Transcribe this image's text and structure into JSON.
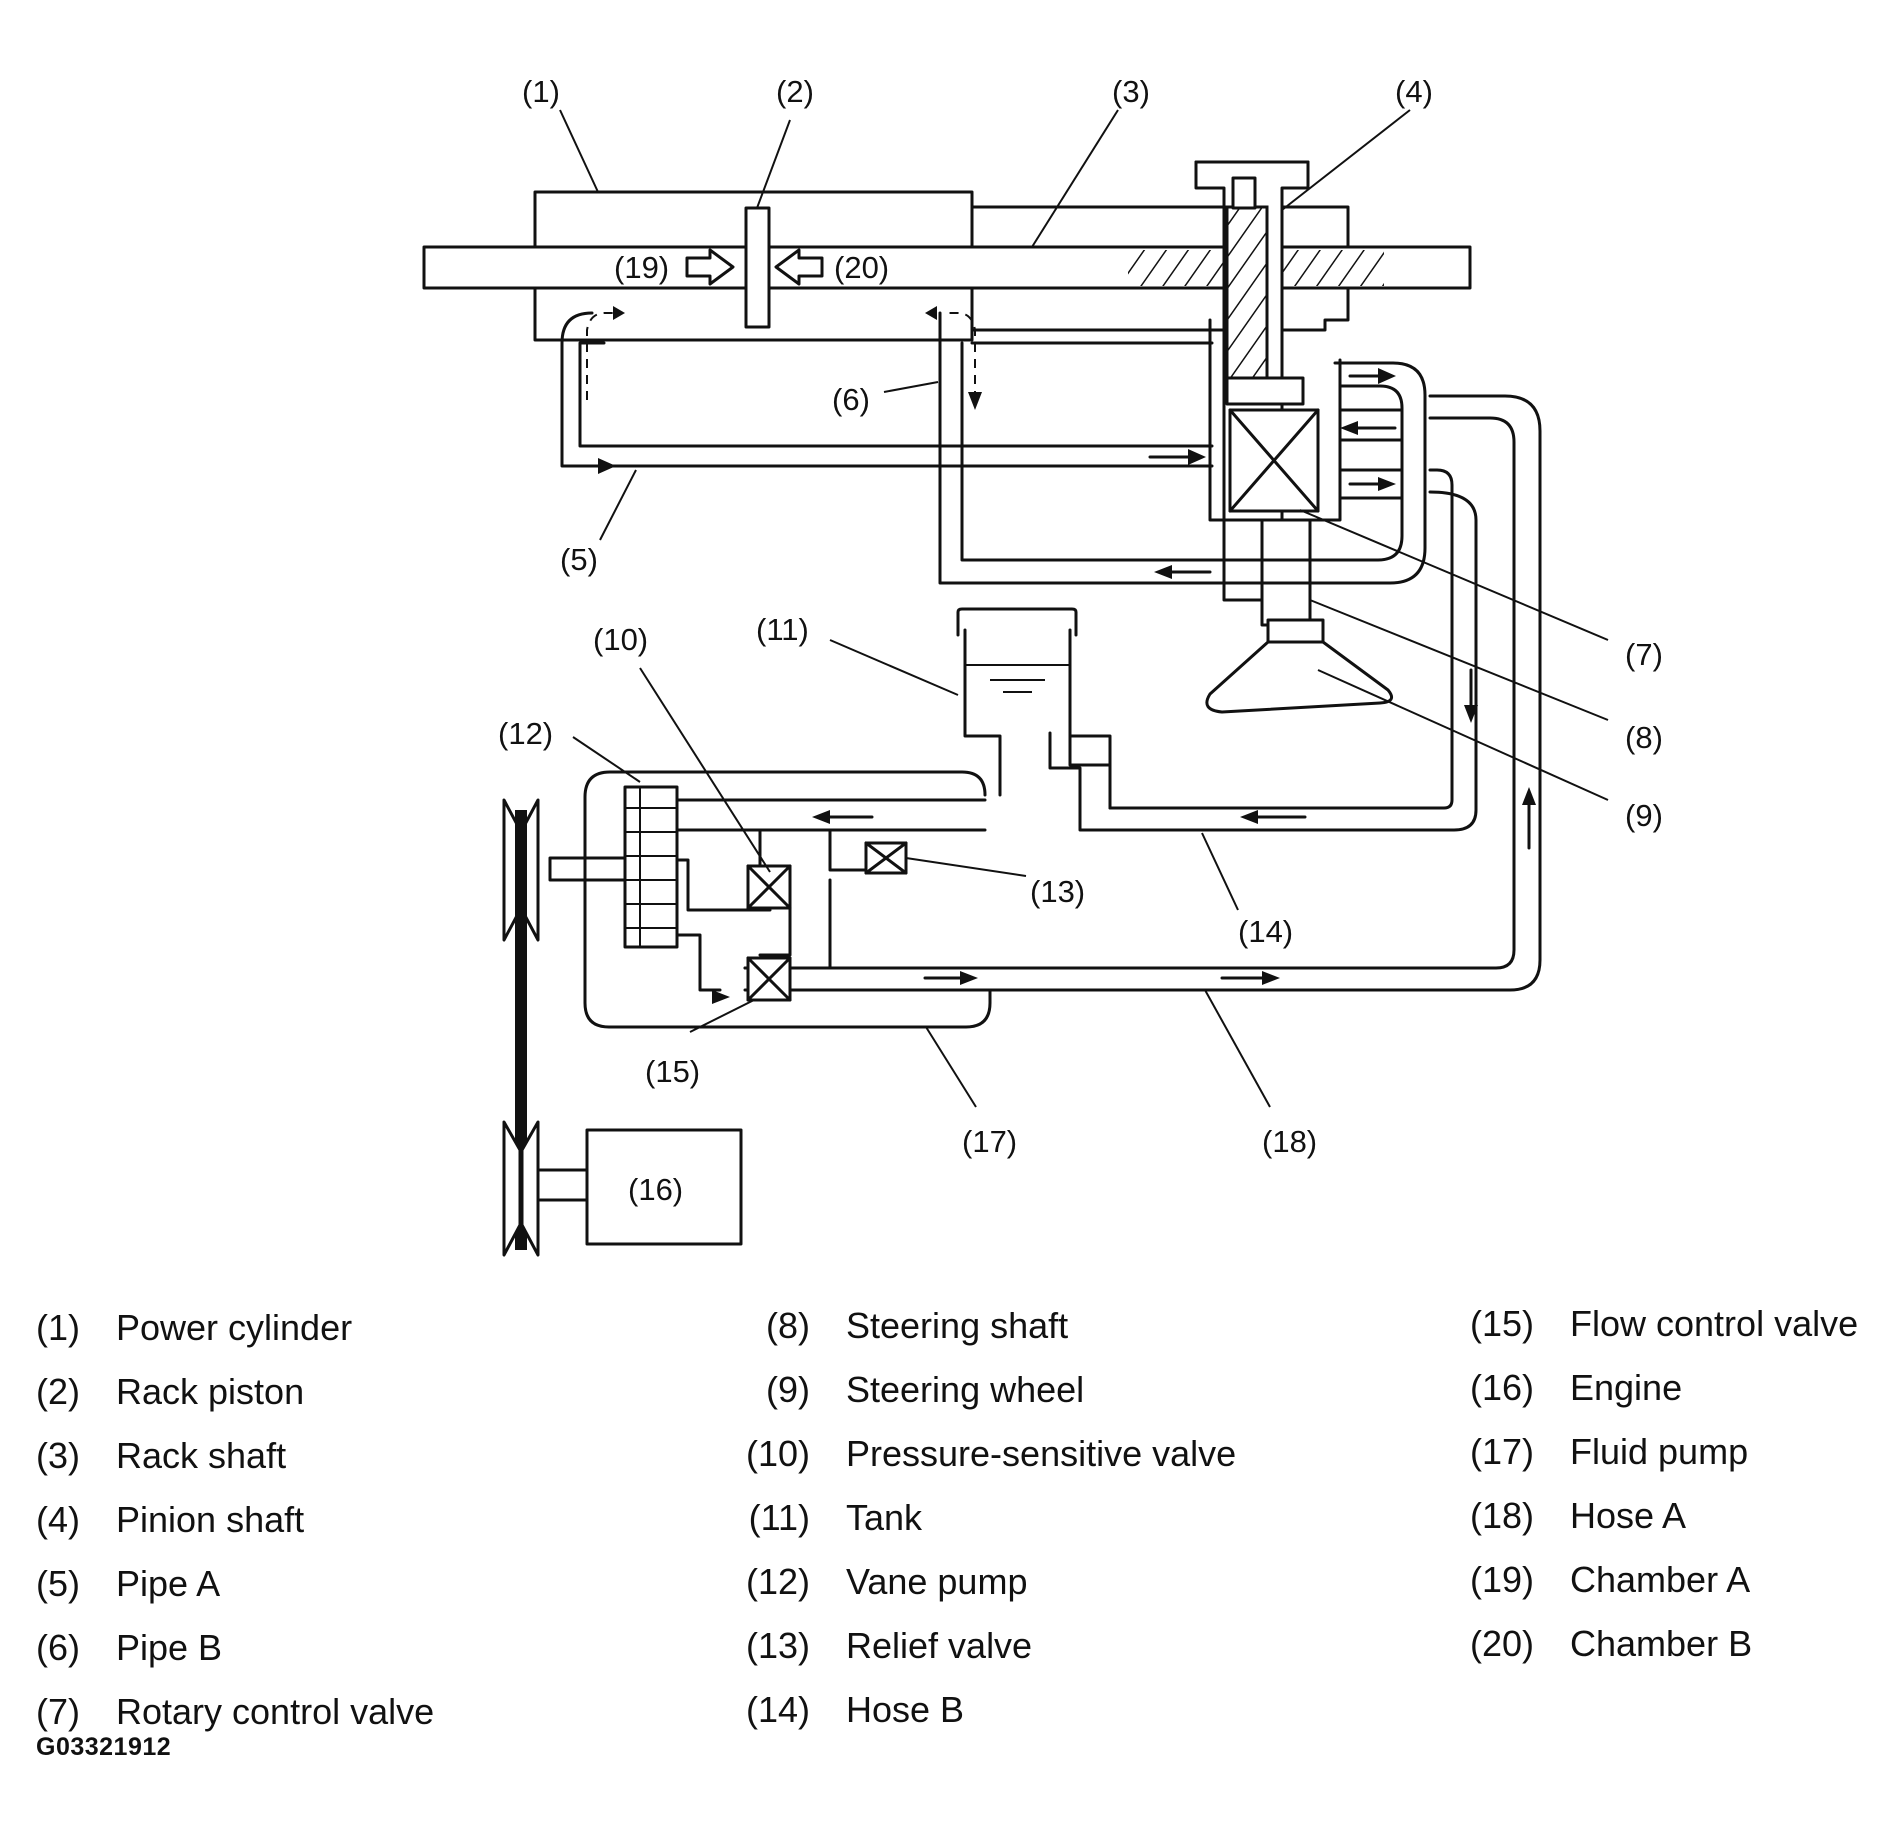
{
  "callouts": {
    "c1": "(1)",
    "c2": "(2)",
    "c3": "(3)",
    "c4": "(4)",
    "c5": "(5)",
    "c6": "(6)",
    "c7": "(7)",
    "c8": "(8)",
    "c9": "(9)",
    "c10": "(10)",
    "c11": "(11)",
    "c12": "(12)",
    "c13": "(13)",
    "c14": "(14)",
    "c15": "(15)",
    "c16": "(16)",
    "c17": "(17)",
    "c18": "(18)",
    "c19": "(19)",
    "c20": "(20)"
  },
  "legend": [
    {
      "num": "(1)",
      "name": "Power cylinder"
    },
    {
      "num": "(2)",
      "name": "Rack piston"
    },
    {
      "num": "(3)",
      "name": "Rack shaft"
    },
    {
      "num": "(4)",
      "name": "Pinion shaft"
    },
    {
      "num": "(5)",
      "name": "Pipe A"
    },
    {
      "num": "(6)",
      "name": "Pipe B"
    },
    {
      "num": "(7)",
      "name": "Rotary control valve"
    },
    {
      "num": "(8)",
      "name": "Steering shaft"
    },
    {
      "num": "(9)",
      "name": "Steering wheel"
    },
    {
      "num": "(10)",
      "name": "Pressure-sensitive valve"
    },
    {
      "num": "(11)",
      "name": "Tank"
    },
    {
      "num": "(12)",
      "name": "Vane pump"
    },
    {
      "num": "(13)",
      "name": "Relief valve"
    },
    {
      "num": "(14)",
      "name": "Hose B"
    },
    {
      "num": "(15)",
      "name": "Flow control valve"
    },
    {
      "num": "(16)",
      "name": "Engine"
    },
    {
      "num": "(17)",
      "name": "Fluid pump"
    },
    {
      "num": "(18)",
      "name": "Hose A"
    },
    {
      "num": "(19)",
      "name": "Chamber A"
    },
    {
      "num": "(20)",
      "name": "Chamber B"
    }
  ],
  "figure_code": "G03321912"
}
